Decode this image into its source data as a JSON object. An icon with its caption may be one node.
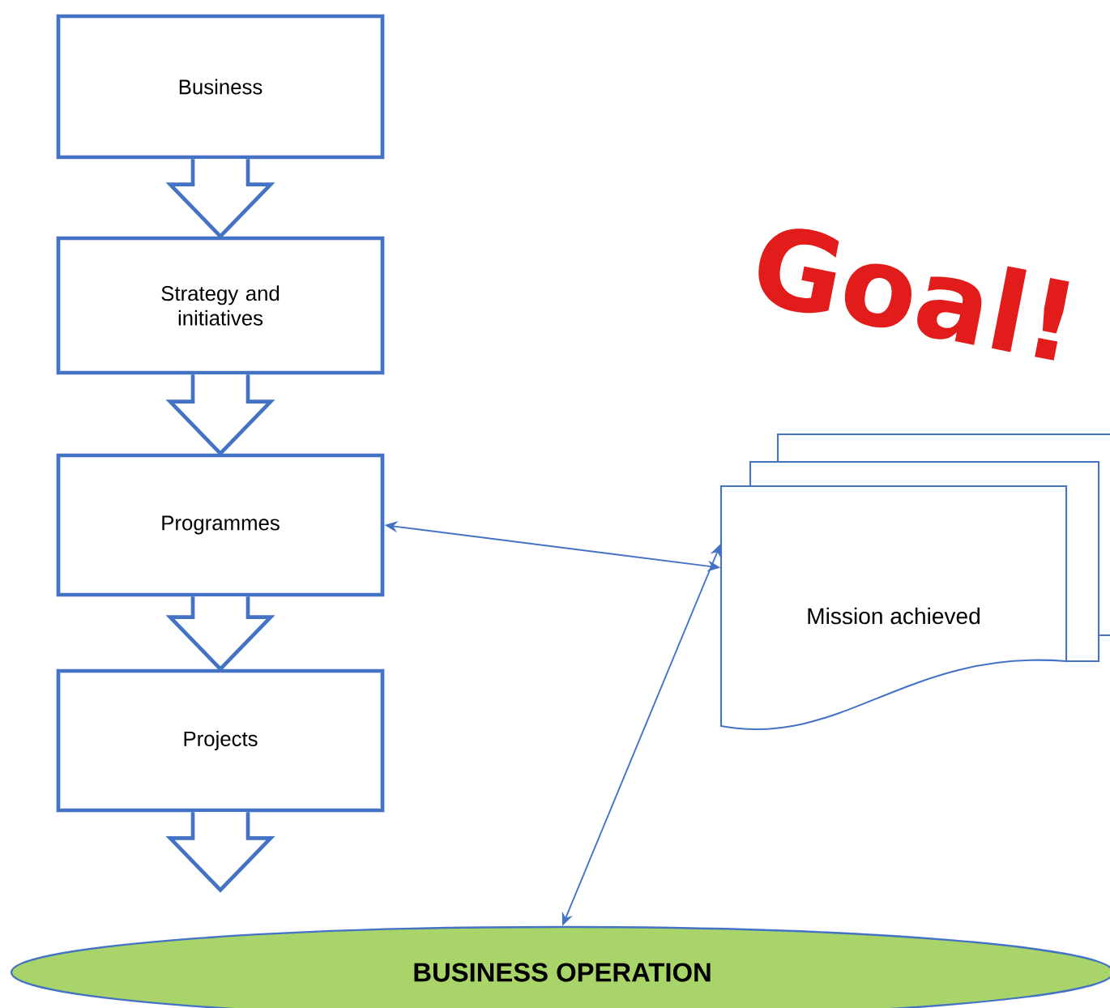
{
  "diagram": {
    "nodes": [
      {
        "text": [
          "Business"
        ]
      },
      {
        "text": [
          "Strategy and initiatives"
        ]
      },
      {
        "text": [
          "Programmes"
        ]
      },
      {
        "text": [
          "Projects"
        ]
      },
      {
        "text": [
          "Mission achieved"
        ]
      },
      {
        "text": [
          "BUSINESS OPERATION"
        ]
      }
    ],
    "edges": [
      {
        "from": 0,
        "to": 1,
        "arrow": "to",
        "style": "thick"
      },
      {
        "from": 1,
        "to": 2,
        "arrow": "to",
        "style": "thick"
      },
      {
        "from": 2,
        "to": 3,
        "arrow": "to",
        "style": "thick"
      },
      {
        "from": 3,
        "to": 5,
        "arrow": "to",
        "style": "thick"
      },
      {
        "from": 2,
        "to": 4,
        "arrow": "both"
      },
      {
        "from": 4,
        "to": 5,
        "arrow": "both"
      }
    ],
    "labels": [
      "Goal!"
    ]
  }
}
